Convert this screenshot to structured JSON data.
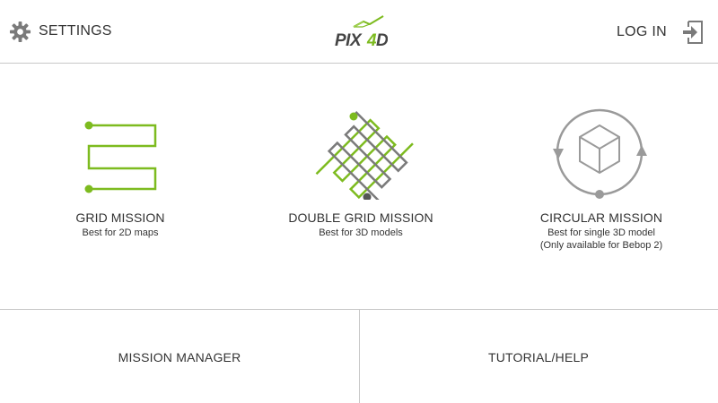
{
  "header": {
    "settings_label": "SETTINGS",
    "settings_icon": "gear-icon",
    "logo_text": "PIX4D",
    "login_label": "LOG IN",
    "login_icon": "login-icon"
  },
  "missions": [
    {
      "title": "GRID MISSION",
      "subtitle": "Best for 2D maps",
      "subtitle2": "",
      "icon": "grid-mission-icon"
    },
    {
      "title": "DOUBLE GRID MISSION",
      "subtitle": "Best for 3D models",
      "subtitle2": "",
      "icon": "double-grid-mission-icon"
    },
    {
      "title": "CIRCULAR MISSION",
      "subtitle": "Best for single 3D model",
      "subtitle2": "(Only available for Bebop 2)",
      "icon": "circular-mission-icon"
    }
  ],
  "bottom": {
    "mission_manager_label": "MISSION MANAGER",
    "tutorial_label": "TUTORIAL/HELP"
  },
  "colors": {
    "accent_green": "#7dbb1f",
    "icon_gray": "#8a8a8a",
    "divider": "#c8c8c8"
  }
}
